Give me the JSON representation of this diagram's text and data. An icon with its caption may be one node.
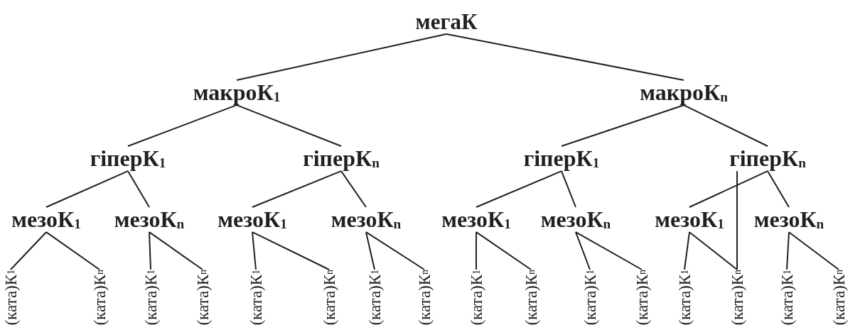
{
  "diagram": {
    "nodes": [
      {
        "text": [
          "мегаК"
        ]
      },
      {
        "text": [
          "макроК$_{1}$"
        ]
      },
      {
        "text": [
          "макроК$_{n}$"
        ]
      },
      {
        "text": [
          "гіперК$_{1}$"
        ]
      },
      {
        "text": [
          "гіперК$_{n}$"
        ]
      },
      {
        "text": [
          "гіперК$_{1}$"
        ]
      },
      {
        "text": [
          "гіперК$_{n}$"
        ]
      },
      {
        "text": [
          "мезоК$_{1}$"
        ]
      },
      {
        "text": [
          "мезоК$_{n}$"
        ]
      },
      {
        "text": [
          "мезоК$_{1}$"
        ]
      },
      {
        "text": [
          "мезоК$_{n}$"
        ]
      },
      {
        "text": [
          "мезоК$_{1}$"
        ]
      },
      {
        "text": [
          "мезоК$_{n}$"
        ]
      },
      {
        "text": [
          "мезоК$_{1}$"
        ]
      },
      {
        "text": [
          "мезоК$_{n}$"
        ]
      },
      {
        "text": [
          "(ката)К$_{1}$"
        ]
      },
      {
        "text": [
          "(ката)К$_{n}$"
        ]
      },
      {
        "text": [
          "(ката)К$_{1}$"
        ]
      },
      {
        "text": [
          "(ката)К$_{n}$"
        ]
      },
      {
        "text": [
          "(ката)К$_{1}$"
        ]
      },
      {
        "text": [
          "(ката)К$_{n}$"
        ]
      },
      {
        "text": [
          "(ката)К$_{1}$"
        ]
      },
      {
        "text": [
          "(ката)К$_{n}$"
        ]
      },
      {
        "text": [
          "(ката)К$_{1}$"
        ]
      },
      {
        "text": [
          "(ката)К$_{n}$"
        ]
      },
      {
        "text": [
          "(ката)К$_{1}$"
        ]
      },
      {
        "text": [
          "(ката)К$_{n}$"
        ]
      },
      {
        "text": [
          "(ката)К$_{1}$"
        ]
      },
      {
        "text": [
          "(ката)К$_{n}$"
        ]
      },
      {
        "text": [
          "(ката)К$_{1}$"
        ]
      },
      {
        "text": [
          "(ката)К$_{n}$"
        ]
      }
    ],
    "edges": [
      {
        "from": 0,
        "to": 1,
        "arrow": "none"
      },
      {
        "from": 0,
        "to": 2,
        "arrow": "none"
      },
      {
        "from": 1,
        "to": 3,
        "arrow": "none"
      },
      {
        "from": 1,
        "to": 4,
        "arrow": "none"
      },
      {
        "from": 2,
        "to": 5,
        "arrow": "none"
      },
      {
        "from": 2,
        "to": 6,
        "arrow": "none"
      },
      {
        "from": 3,
        "to": 7,
        "arrow": "none"
      },
      {
        "from": 3,
        "to": 8,
        "arrow": "none"
      },
      {
        "from": 4,
        "to": 9,
        "arrow": "none"
      },
      {
        "from": 4,
        "to": 10,
        "arrow": "none"
      },
      {
        "from": 5,
        "to": 11,
        "arrow": "none"
      },
      {
        "from": 5,
        "to": 12,
        "arrow": "none"
      },
      {
        "from": 6,
        "to": 13,
        "arrow": "none"
      },
      {
        "from": 6,
        "to": 14,
        "arrow": "none"
      },
      {
        "from": 7,
        "to": 15,
        "arrow": "none"
      },
      {
        "from": 7,
        "to": 16,
        "arrow": "none"
      },
      {
        "from": 8,
        "to": 17,
        "arrow": "none"
      },
      {
        "from": 8,
        "to": 18,
        "arrow": "none"
      },
      {
        "from": 9,
        "to": 19,
        "arrow": "none"
      },
      {
        "from": 9,
        "to": 20,
        "arrow": "none"
      },
      {
        "from": 10,
        "to": 21,
        "arrow": "none"
      },
      {
        "from": 10,
        "to": 22,
        "arrow": "none"
      },
      {
        "from": 11,
        "to": 23,
        "arrow": "none"
      },
      {
        "from": 11,
        "to": 24,
        "arrow": "none"
      },
      {
        "from": 12,
        "to": 25,
        "arrow": "none"
      },
      {
        "from": 12,
        "to": 26,
        "arrow": "none"
      },
      {
        "from": 13,
        "to": 27,
        "arrow": "none"
      },
      {
        "from": 13,
        "to": 28,
        "arrow": "none"
      },
      {
        "from": 14,
        "to": 29,
        "arrow": "none"
      },
      {
        "from": 14,
        "to": 30,
        "arrow": "none"
      },
      {
        "from": 6,
        "to": 28,
        "arrow": "none"
      }
    ]
  }
}
